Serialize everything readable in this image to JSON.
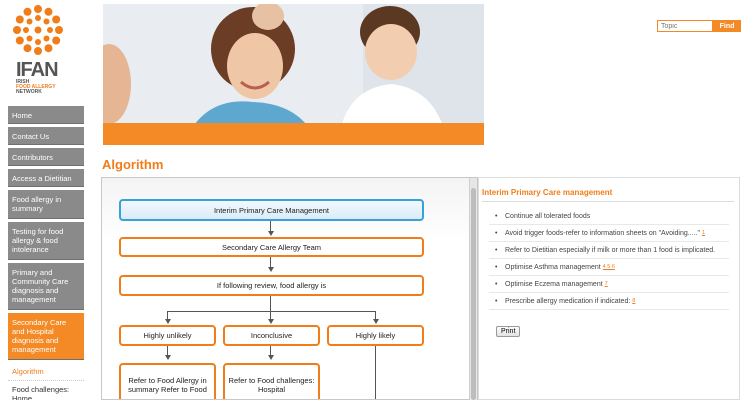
{
  "logo": {
    "name": "IFAN",
    "subtitle_1": "IRISH",
    "subtitle_2": "FOOD ALLERGY",
    "subtitle_3": "NETWORK"
  },
  "sidebar": {
    "items": [
      {
        "label": "Home"
      },
      {
        "label": "Contact Us"
      },
      {
        "label": "Contributors"
      },
      {
        "label": "Access a Dietitian"
      },
      {
        "label": "Food allergy in summary"
      },
      {
        "label": "Testing for food allergy & food intolerance"
      },
      {
        "label": "Primary and Community Care diagnosis and management"
      },
      {
        "label": "Secondary Care and Hospital diagnosis and management"
      }
    ],
    "subitems": [
      {
        "label": "Algorithm"
      },
      {
        "label": "Food challenges: Home"
      }
    ]
  },
  "search": {
    "placeholder": "Topic",
    "button": "Find"
  },
  "page": {
    "title": "Algorithm"
  },
  "flowchart": {
    "box1": "Interim Primary Care Management",
    "box2": "Secondary Care Allergy Team",
    "box3": "If following review, food allergy is",
    "box4": "Highly unlikely",
    "box5": "Inconclusive",
    "box6": "Highly likely",
    "box7": "Refer to Food Allergy in summary Refer to Food",
    "box8": "Refer to Food challenges: Hospital"
  },
  "info": {
    "title": "Interim Primary Care management",
    "items": [
      {
        "text": "Continue all tolerated foods",
        "refs": ""
      },
      {
        "text": "Avoid trigger foods-refer to information sheets on \"Avoiding.....\"",
        "refs": "1"
      },
      {
        "text": "Refer to Dietitian especially if milk or more than 1 food is implicated.",
        "refs": ""
      },
      {
        "text": "Optimise Asthma management",
        "refs": "4 5 6"
      },
      {
        "text": "Optimise Eczema management",
        "refs": "7"
      },
      {
        "text": "Prescribe allergy medication if indicated:",
        "refs": "8"
      }
    ],
    "print": "Print"
  },
  "colors": {
    "accent": "#f07d1a",
    "nav_gray": "#8a8a8a",
    "box_blue": "#3aa0d8"
  }
}
